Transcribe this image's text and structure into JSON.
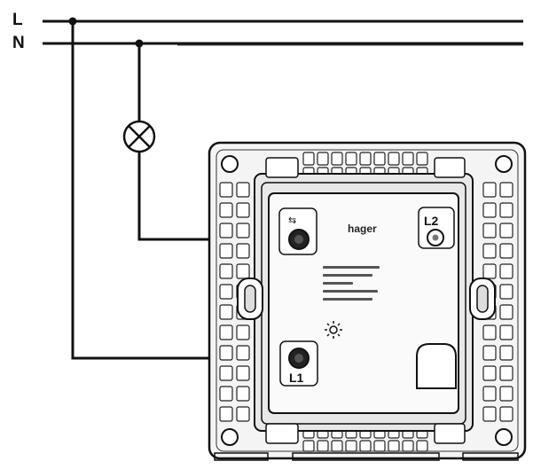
{
  "labels": {
    "line": "L",
    "neutral": "N",
    "terminal_top": "L2",
    "terminal_bottom": "L1",
    "brand": "hager"
  },
  "colors": {
    "ink": "#111111",
    "plate_fill": "#f4f4f4",
    "module_fill": "#ffffff",
    "pattern_fill": "#dcdcdc"
  },
  "icons": {
    "lamp": "lamp-symbol",
    "terminal_mark": "arrow-mark",
    "indicator": "sun-led-icon"
  }
}
